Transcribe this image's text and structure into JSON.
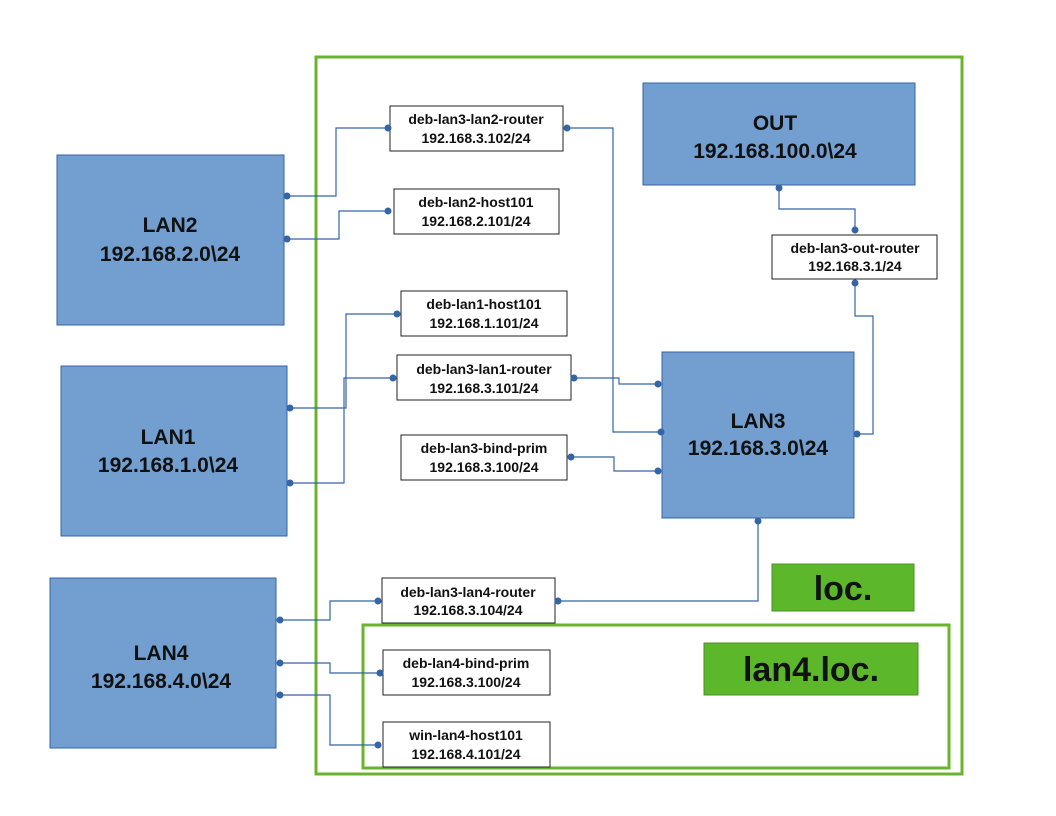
{
  "colors": {
    "network_fill": "#729fcf",
    "network_stroke": "#3465a4",
    "zone_stroke": "#6ab42d",
    "zone_label_fill": "#5cb82a",
    "link": "#3465a4",
    "host_fill": "#ffffff",
    "host_stroke": "#222222"
  },
  "networks": [
    {
      "id": "lan2",
      "name": "LAN2",
      "subnet": "192.168.2.0\\24"
    },
    {
      "id": "lan1",
      "name": "LAN1",
      "subnet": "192.168.1.0\\24"
    },
    {
      "id": "lan4",
      "name": "LAN4",
      "subnet": "192.168.4.0\\24"
    },
    {
      "id": "out",
      "name": "OUT",
      "subnet": "192.168.100.0\\24"
    },
    {
      "id": "lan3",
      "name": "LAN3",
      "subnet": "192.168.3.0\\24"
    }
  ],
  "hosts": [
    {
      "id": "deb-lan3-lan2-router",
      "name": "deb-lan3-lan2-router",
      "ip": "192.168.3.102/24"
    },
    {
      "id": "deb-lan2-host101",
      "name": "deb-lan2-host101",
      "ip": "192.168.2.101/24"
    },
    {
      "id": "deb-lan1-host101",
      "name": "deb-lan1-host101",
      "ip": "192.168.1.101/24"
    },
    {
      "id": "deb-lan3-lan1-router",
      "name": "deb-lan3-lan1-router",
      "ip": "192.168.3.101/24"
    },
    {
      "id": "deb-lan3-bind-prim",
      "name": "deb-lan3-bind-prim",
      "ip": "192.168.3.100/24"
    },
    {
      "id": "deb-lan3-out-router",
      "name": "deb-lan3-out-router",
      "ip": "192.168.3.1/24"
    },
    {
      "id": "deb-lan3-lan4-router",
      "name": "deb-lan3-lan4-router",
      "ip": "192.168.3.104/24"
    },
    {
      "id": "deb-lan4-bind-prim",
      "name": "deb-lan4-bind-prim",
      "ip": "192.168.3.100/24"
    },
    {
      "id": "win-lan4-host101",
      "name": "win-lan4-host101",
      "ip": "192.168.4.101/24"
    }
  ],
  "zones": [
    {
      "id": "loc",
      "label": "loc."
    },
    {
      "id": "lan4-loc",
      "label": "lan4.loc."
    }
  ],
  "links": [
    {
      "from": "lan2",
      "to": "deb-lan3-lan2-router"
    },
    {
      "from": "lan2",
      "to": "deb-lan2-host101"
    },
    {
      "from": "lan1",
      "to": "deb-lan1-host101"
    },
    {
      "from": "lan1",
      "to": "deb-lan3-lan1-router"
    },
    {
      "from": "deb-lan3-lan2-router",
      "to": "lan3"
    },
    {
      "from": "deb-lan3-lan1-router",
      "to": "lan3"
    },
    {
      "from": "deb-lan3-bind-prim",
      "to": "lan3"
    },
    {
      "from": "out",
      "to": "deb-lan3-out-router"
    },
    {
      "from": "deb-lan3-out-router",
      "to": "lan3"
    },
    {
      "from": "lan3",
      "to": "deb-lan3-lan4-router"
    },
    {
      "from": "lan4",
      "to": "deb-lan3-lan4-router"
    },
    {
      "from": "lan4",
      "to": "deb-lan4-bind-prim"
    },
    {
      "from": "lan4",
      "to": "win-lan4-host101"
    }
  ]
}
